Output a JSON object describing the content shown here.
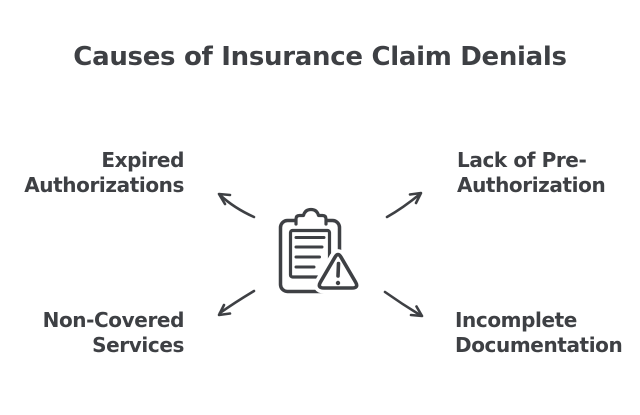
{
  "colors": {
    "background": "#ffffff",
    "ink": "#3e4044"
  },
  "title": "Causes of Insurance Claim Denials",
  "center_icon": {
    "name": "clipboard-warning-icon",
    "parts": [
      "clipboard-icon",
      "clipboard-clip-icon",
      "document-lines-icon",
      "warning-triangle-icon",
      "exclamation-mark-icon"
    ]
  },
  "nodes": {
    "top_left": {
      "label": "Expired\nAuthorizations"
    },
    "top_right": {
      "label": "Lack of Pre-\nAuthorization"
    },
    "bottom_left": {
      "label": "Non-Covered\nServices"
    },
    "bottom_right": {
      "label": "Incomplete\nDocumentation"
    }
  }
}
